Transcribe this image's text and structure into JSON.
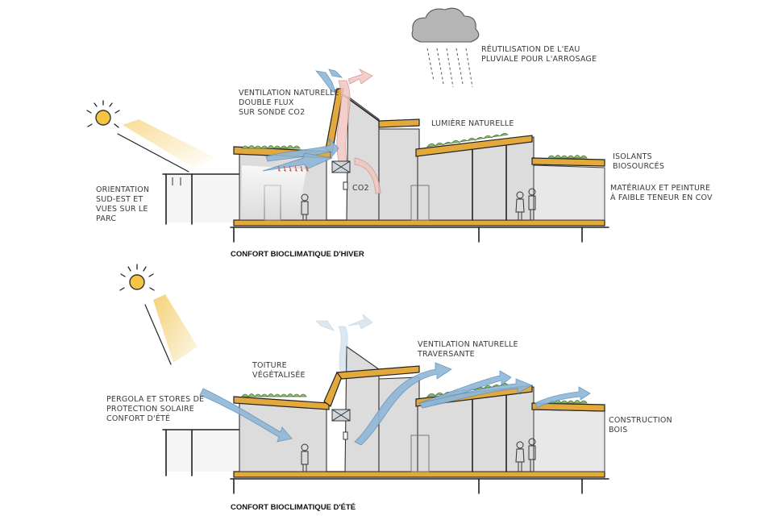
{
  "labels": {
    "rain": [
      "RÉUTILISATION DE L'EAU",
      "PLUVIALE POUR L'ARROSAGE"
    ],
    "ventilation_double": [
      "VENTILATION NATURELLE",
      "DOUBLE FLUX",
      "SUR SONDE CO2"
    ],
    "lumiere": "LUMIÈRE NATURELLE",
    "isolants": [
      "ISOLANTS",
      "BIOSOURCÉS"
    ],
    "materiaux": [
      "MATÉRIAUX ET PEINTURE",
      "À FAIBLE TENEUR EN COV"
    ],
    "orientation": [
      "ORIENTATION",
      "SUD-EST ET",
      "VUES SUR LE",
      "PARC"
    ],
    "co2": "CO2",
    "toiture": [
      "TOITURE",
      "VÉGÉTALISÉE"
    ],
    "ventilation_traversante": [
      "VENTILATION NATURELLE",
      "TRAVERSANTE"
    ],
    "pergola": [
      "PERGOLA ET STORES DE",
      "PROTECTION SOLAIRE",
      "CONFORT D'ÉTÉ"
    ],
    "construction": [
      "CONSTRUCTION",
      "BOIS"
    ]
  },
  "captions": {
    "winter": "CONFORT BIOCLIMATIQUE D'HIVER",
    "summer": "CONFORT BIOCLIMATIQUE D'ÉTÉ"
  },
  "colors": {
    "roof": "#e3a93c",
    "green_roof": "#8fbf6a",
    "air_blue": "#8fb7d8",
    "warm_air": "#f2c7c2",
    "sun": "#f6c443",
    "wall": "#dcdcdc"
  }
}
